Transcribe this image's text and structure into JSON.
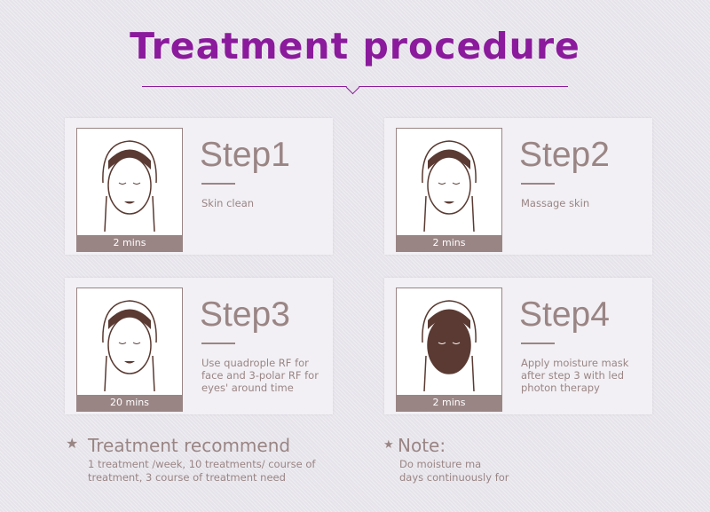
{
  "title": "Treatment procedure",
  "steps": [
    {
      "label": "Step1",
      "desc": "Skin clean",
      "time": "2 mins"
    },
    {
      "label": "Step2",
      "desc": "Massage skin",
      "time": "2 mins"
    },
    {
      "label": "Step3",
      "desc": "Use quadrople RF for face and 3-polar RF for eyes' around time",
      "time": "20 mins"
    },
    {
      "label": "Step4",
      "desc": "Apply moisture mask after step 3 with led photon therapy",
      "time": "2 mins"
    }
  ],
  "recommend": {
    "star": "★",
    "heading": "Treatment recommend",
    "line1": "1 treatment /week, 10 treatments/ course of",
    "line2": "treatment, 3 course of treatment need"
  },
  "note": {
    "star": "★",
    "heading": "Note:",
    "line1": "Do moisture ma",
    "line2": "days continuously for"
  }
}
